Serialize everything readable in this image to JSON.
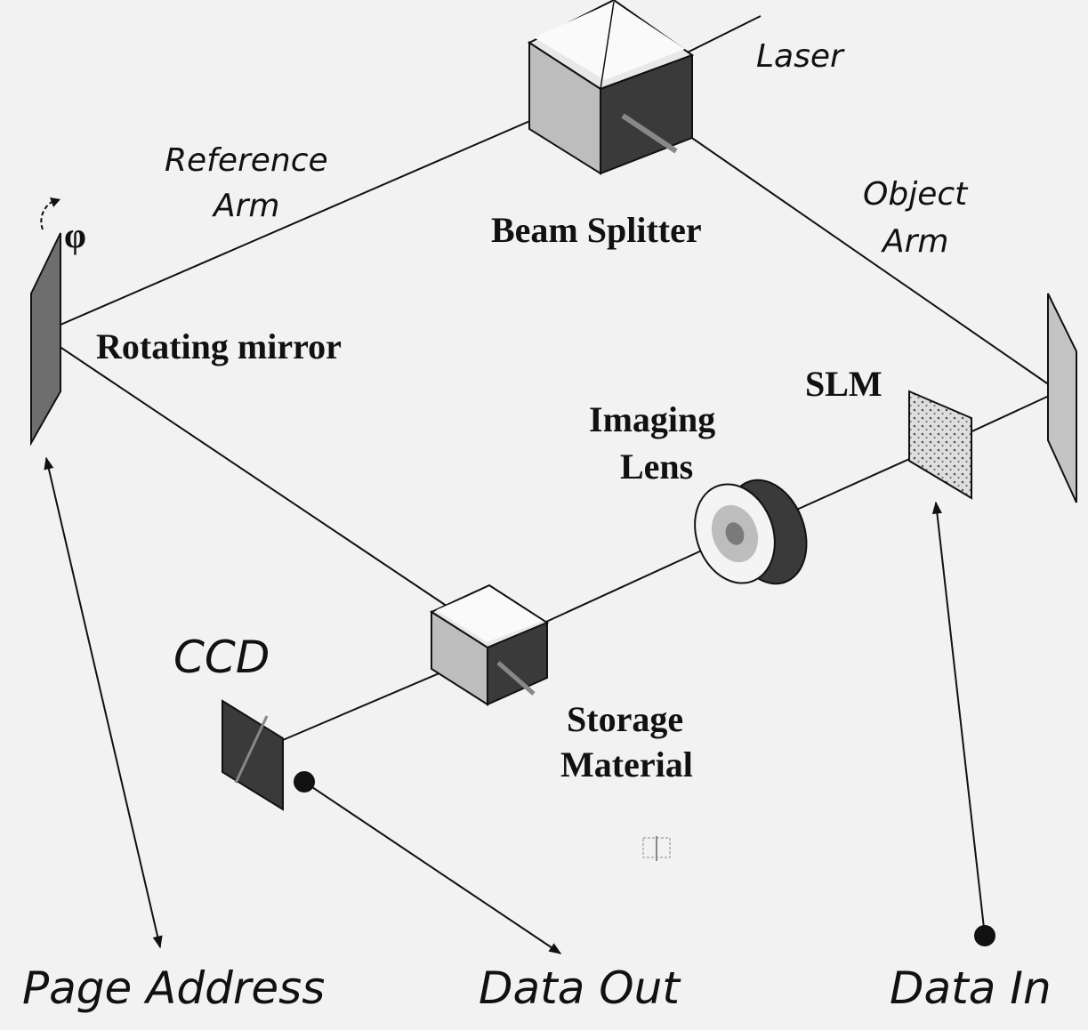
{
  "labels": {
    "laser": "Laser",
    "reference_arm_1": "Reference",
    "reference_arm_2": "Arm",
    "object_arm_1": "Object",
    "object_arm_2": "Arm",
    "beam_splitter": "Beam Splitter",
    "phi": "φ",
    "rotating_mirror": "Rotating mirror",
    "slm": "SLM",
    "imaging_lens_1": "Imaging",
    "imaging_lens_2": "Lens",
    "ccd": "CCD",
    "storage_material_1": "Storage",
    "storage_material_2": "Material",
    "page_address": "Page Address",
    "data_out": "Data Out",
    "data_in": "Data In"
  },
  "colors": {
    "background": "#f2f2f2",
    "line": "#111111",
    "cube_light": "#bdbdbd",
    "cube_dark": "#3a3a3a",
    "mirror": "#6e6e6e",
    "slm_fill": "#d8d8d8"
  }
}
